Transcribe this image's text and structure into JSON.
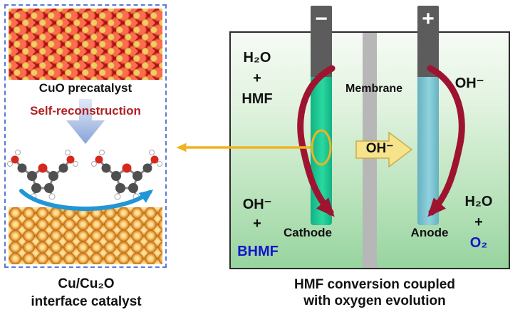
{
  "left_panel": {
    "cuo_label": "CuO precatalyst",
    "self_reconstruction": "Self-reconstruction",
    "caption": {
      "line1": "Cu/Cu₂O",
      "line2": "interface catalyst"
    }
  },
  "cell": {
    "cathode_terminal_sign": "−",
    "anode_terminal_sign": "+",
    "membrane_label": "Membrane",
    "oh_transport": "OH⁻",
    "cathode_in": {
      "l1": "H₂O",
      "l2": "+",
      "l3": "HMF"
    },
    "cathode_out": {
      "l1": "OH⁻",
      "l2": "+",
      "l3": "BHMF"
    },
    "cathode_label": "Cathode",
    "anode_label": "Anode",
    "anode_in": "OH⁻",
    "anode_out": {
      "l1": "H₂O",
      "l2": "+",
      "l3": "O₂"
    },
    "caption": {
      "line1": "HMF conversion coupled",
      "line2": "with oxygen evolution"
    }
  },
  "colors": {
    "dash_border": "#5b79d6",
    "self_reconstruction_red": "#b01f24",
    "blue_product": "#1414cc",
    "cathode_green": "#2ad99f",
    "anode_blue": "#8fd3de",
    "membrane_gray": "#b7b7b7",
    "terminal_gray": "#5c5c5c",
    "arrow_yellow": "#f0b322",
    "reaction_arrow_red": "#9e1430",
    "cell_green_top": "#f6fbf5",
    "cell_green_bottom": "#97d49f"
  }
}
